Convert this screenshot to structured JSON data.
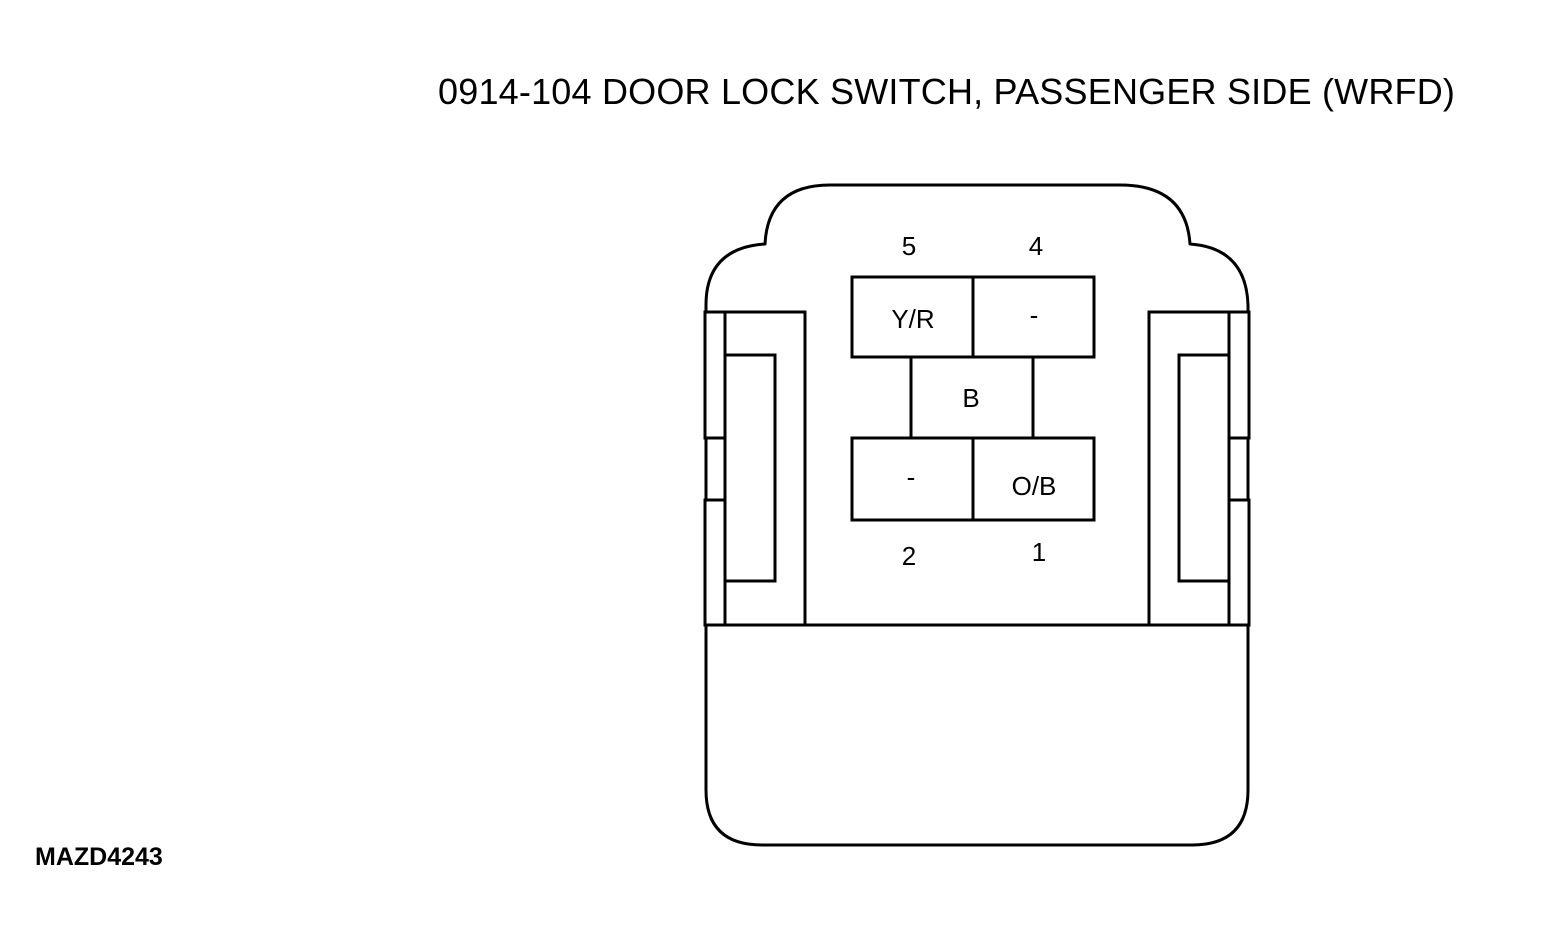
{
  "title": "0914-104 DOOR LOCK SWITCH, PASSENGER SIDE (WRFD)",
  "figure_id": "MAZD4243",
  "connector": {
    "pins": [
      {
        "number": "5",
        "wire": "Y/R"
      },
      {
        "number": "4",
        "wire": "-"
      },
      {
        "number": "",
        "wire": "B"
      },
      {
        "number": "2",
        "wire": "-"
      },
      {
        "number": "1",
        "wire": "O/B"
      }
    ]
  }
}
